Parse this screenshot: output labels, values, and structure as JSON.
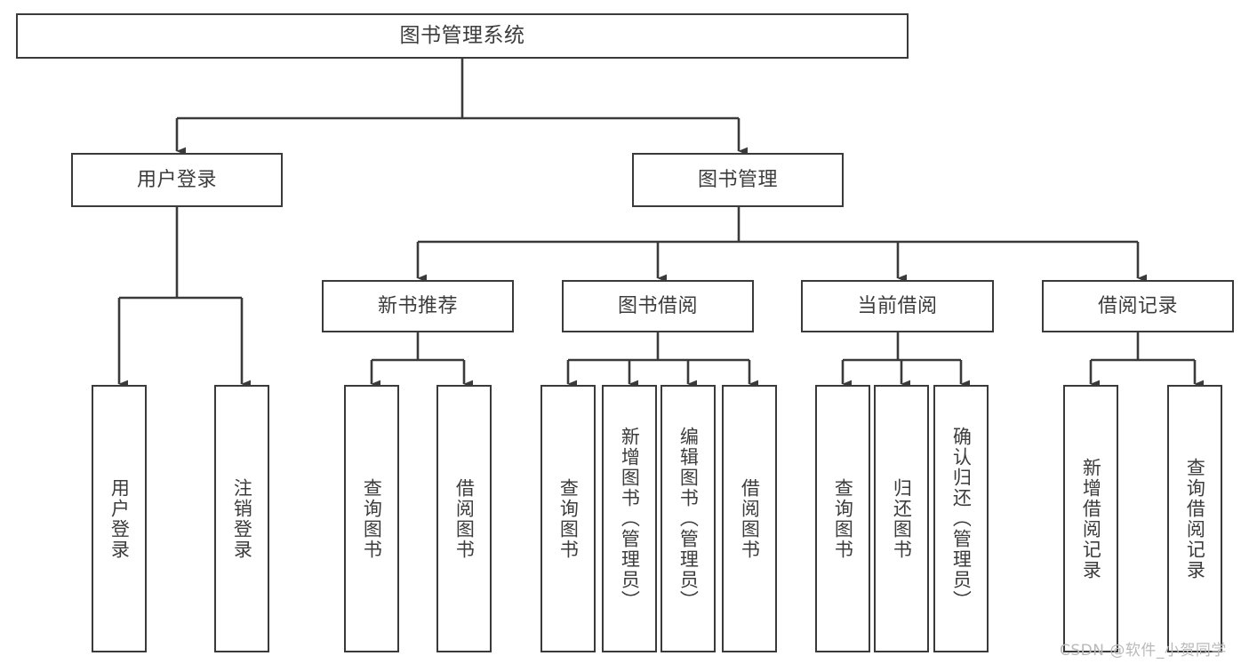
{
  "diagram": {
    "title": "图书管理系统",
    "type": "hierarchy-tree",
    "line_color": "#3a3a3a",
    "text_color": "#3c3c3c",
    "background_color": "#ffffff",
    "root": {
      "id": "root",
      "label": "图书管理系统"
    },
    "level2": [
      {
        "id": "user-login",
        "label": "用户登录"
      },
      {
        "id": "book-manage",
        "label": "图书管理"
      }
    ],
    "level3": [
      {
        "id": "new-book-recommend",
        "label": "新书推荐"
      },
      {
        "id": "book-borrow",
        "label": "图书借阅"
      },
      {
        "id": "current-borrow",
        "label": "当前借阅"
      },
      {
        "id": "borrow-record",
        "label": "借阅记录"
      }
    ],
    "leaves": {
      "user-login": [
        {
          "id": "leaf-user-login",
          "label": "用户登录"
        },
        {
          "id": "leaf-user-logout",
          "label": "注销登录"
        }
      ],
      "new-book-recommend": [
        {
          "id": "leaf-query-book-1",
          "label": "查询图书"
        },
        {
          "id": "leaf-borrow-book-1",
          "label": "借阅图书"
        }
      ],
      "book-borrow": [
        {
          "id": "leaf-query-book-2",
          "label": "查询图书"
        },
        {
          "id": "leaf-add-book",
          "label": "新增图书（管理员）"
        },
        {
          "id": "leaf-edit-book",
          "label": "编辑图书（管理员）"
        },
        {
          "id": "leaf-borrow-book-2",
          "label": "借阅图书"
        }
      ],
      "current-borrow": [
        {
          "id": "leaf-query-book-3",
          "label": "查询图书"
        },
        {
          "id": "leaf-return-book",
          "label": "归还图书"
        },
        {
          "id": "leaf-confirm-return",
          "label": "确认归还（管理员）"
        }
      ],
      "borrow-record": [
        {
          "id": "leaf-add-record",
          "label": "新增借阅记录"
        },
        {
          "id": "leaf-query-record",
          "label": "查询借阅记录"
        }
      ]
    },
    "watermark": "CSDN @软件_小贺同学"
  }
}
